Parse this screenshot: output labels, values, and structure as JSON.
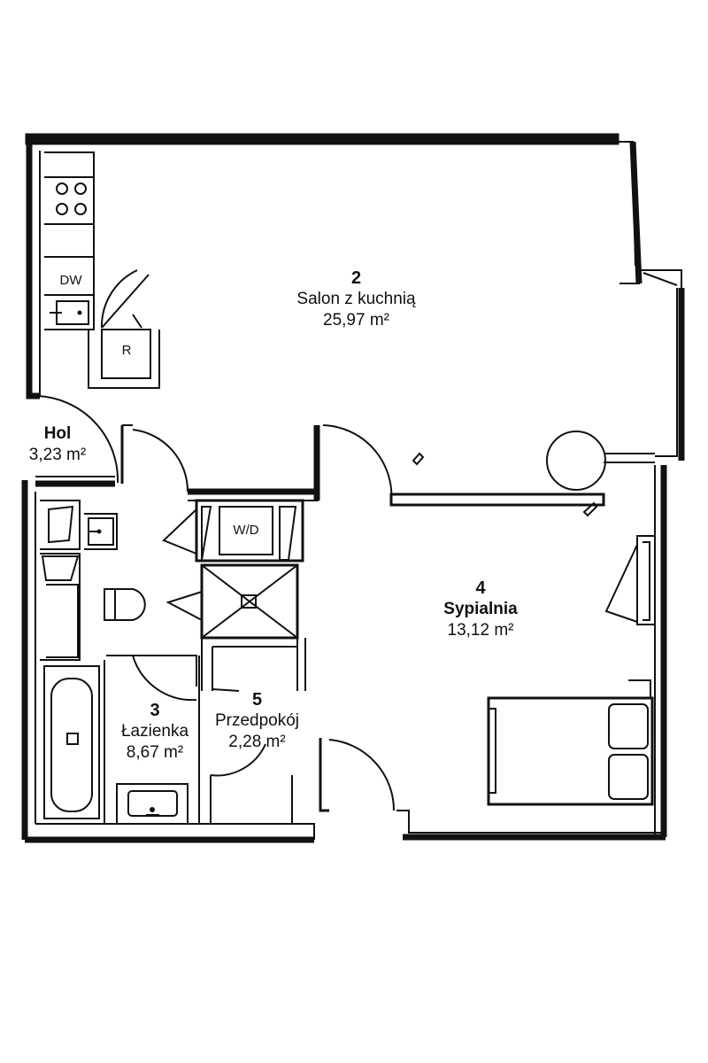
{
  "rooms": {
    "salon": {
      "number": "2",
      "name": "Salon z kuchnią",
      "area": "25,97 m²"
    },
    "hol": {
      "name": "Hol",
      "area": "3,23 m²"
    },
    "lazienka": {
      "number": "3",
      "name": "Łazienka",
      "area": "8,67 m²"
    },
    "przedpokoj": {
      "number": "5",
      "name": "Przedpokój",
      "area": "2,28 m²"
    },
    "sypialnia": {
      "number": "4",
      "name": "Sypialnia",
      "area": "13,12 m²"
    }
  },
  "fixtures": {
    "dishwasher": "DW",
    "refrigerator": "R",
    "washer_dryer": "W/D"
  }
}
